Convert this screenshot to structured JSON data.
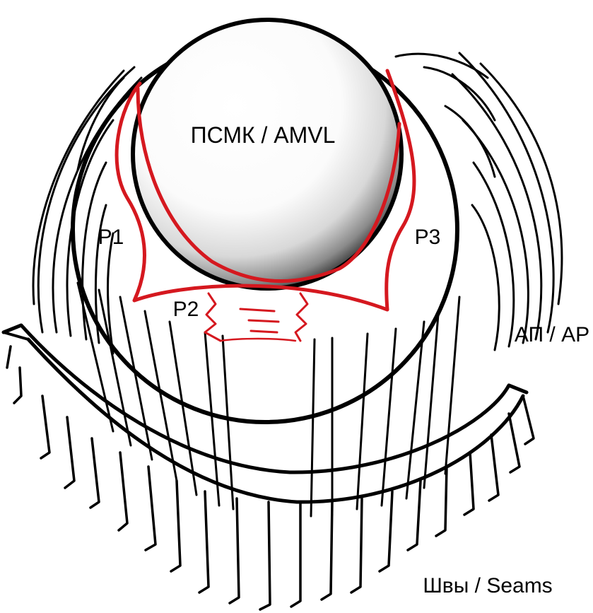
{
  "labels": {
    "amvl": "ПСМК / AMVL",
    "p1": "P1",
    "p2": "P2",
    "p3": "P3",
    "ap": "АП / AP",
    "seams": "Швы / Seams"
  },
  "colors": {
    "outline": "#000000",
    "leaflet_highlight": "#d5181f",
    "background": "#ffffff"
  }
}
